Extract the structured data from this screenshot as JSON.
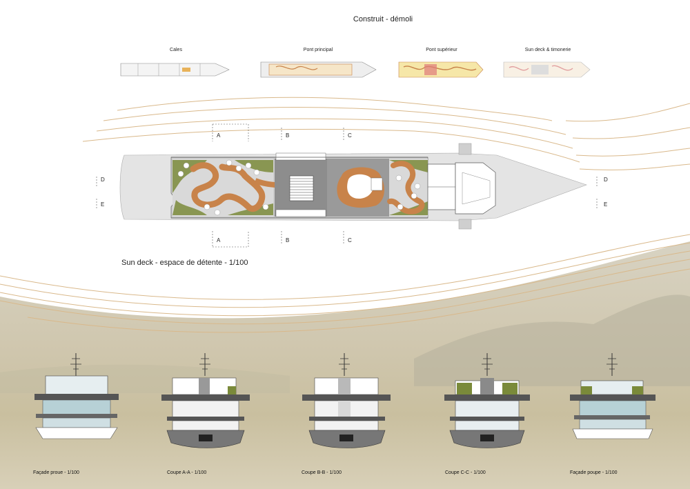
{
  "title": "Construit - démoli",
  "mini_plans": [
    {
      "label": "Cales"
    },
    {
      "label": "Pont principal"
    },
    {
      "label": "Pont supérieur"
    },
    {
      "label": "Sun deck & timonerie"
    }
  ],
  "plan": {
    "title": "Sun deck - espace de détente  - 1/100",
    "section_markers": [
      "A",
      "B",
      "C",
      "D",
      "E"
    ]
  },
  "sections": [
    {
      "label": "Façade proue - 1/100"
    },
    {
      "label": "Coupe A-A - 1/100"
    },
    {
      "label": "Coupe B-B - 1/100"
    },
    {
      "label": "Coupe C-C - 1/100"
    },
    {
      "label": "Façade poupe - 1/100"
    }
  ],
  "colors": {
    "accent_orange": "#c8834a",
    "wave_lines": "#d9b88a",
    "planting_green": "#7a8a3a",
    "hull_grey": "#d9d9d9"
  }
}
